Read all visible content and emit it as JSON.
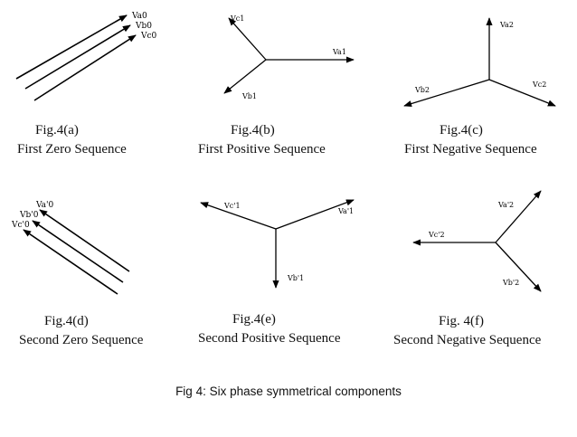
{
  "panels": [
    {
      "id": "a",
      "fig": "Fig.4(a)",
      "title": "First Zero Sequence",
      "vectors": [
        "Va0",
        "Vb0",
        "Vc0"
      ]
    },
    {
      "id": "b",
      "fig": "Fig.4(b)",
      "title": "First Positive Sequence",
      "vectors": [
        "Vc1",
        "Va1",
        "Vb1"
      ]
    },
    {
      "id": "c",
      "fig": "Fig.4(c)",
      "title": "First Negative Sequence",
      "vectors": [
        "Va2",
        "Vb2",
        "Vc2"
      ]
    },
    {
      "id": "d",
      "fig": "Fig.4(d)",
      "title": "Second Zero Sequence",
      "vectors": [
        "Va'0",
        "Vb'0",
        "Vc'0"
      ]
    },
    {
      "id": "e",
      "fig": "Fig.4(e)",
      "title": "Second Positive Sequence",
      "vectors": [
        "Vc'1",
        "Va'1",
        "Vb'1"
      ]
    },
    {
      "id": "f",
      "fig": "Fig. 4(f)",
      "title": "Second Negative Sequence",
      "vectors": [
        "Va'2",
        "Vc'2",
        "Vb'2"
      ]
    }
  ],
  "caption": "Fig 4: Six phase symmetrical components"
}
